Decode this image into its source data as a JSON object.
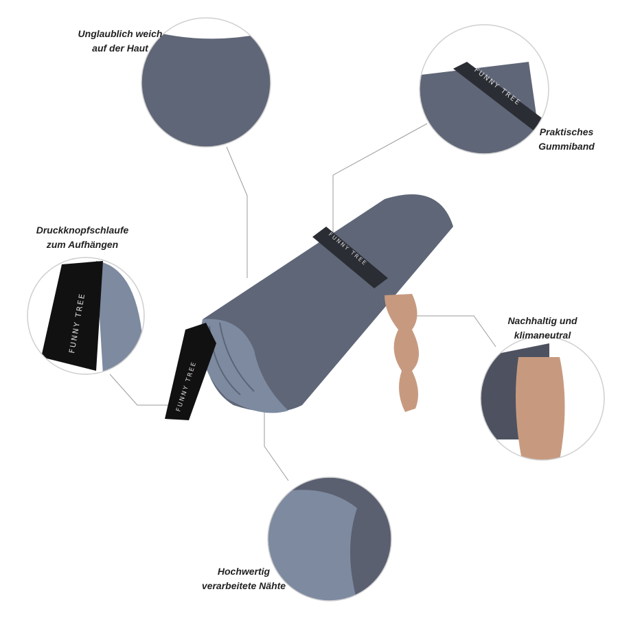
{
  "callouts": {
    "soft": {
      "line1": "Unglaublich weich",
      "line2": "auf der Haut"
    },
    "band": {
      "line1": "Praktisches",
      "line2": "Gummiband"
    },
    "loop": {
      "line1": "Druckknopfschlaufe",
      "line2": "zum Aufhängen"
    },
    "eco": {
      "line1": "Nachhaltig und",
      "line2": "klimaneutral"
    },
    "seams": {
      "line1": "Hochwertig",
      "line2": "verarbeitete Nähte"
    }
  },
  "brand_logo_text": "FUNNY TREE",
  "colors": {
    "towel": "#5f6677",
    "towel_light": "#7d8aa0",
    "band": "#2a2d33",
    "tag": "#c79a80",
    "line": "#9a9a9a"
  }
}
